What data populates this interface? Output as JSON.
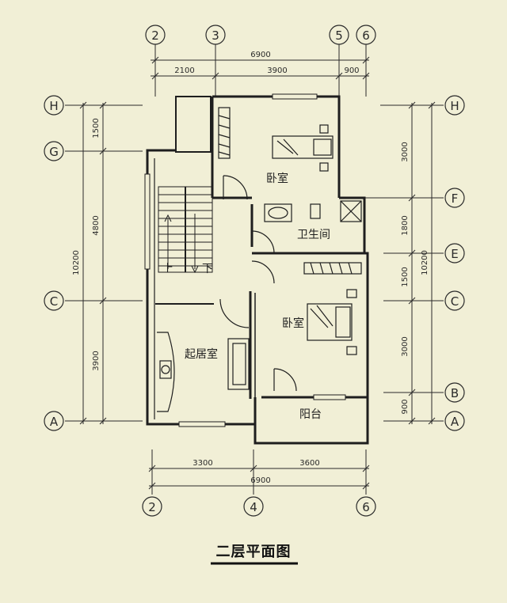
{
  "grid": {
    "top": [
      "2",
      "3",
      "5",
      "6"
    ],
    "bottom": [
      "2",
      "4",
      "6"
    ],
    "left": [
      "H",
      "G",
      "C",
      "A"
    ],
    "right": [
      "H",
      "F",
      "E",
      "C",
      "B",
      "A"
    ]
  },
  "dimensions": {
    "top_total": "6900",
    "top_segments": [
      "2100",
      "3900",
      "900"
    ],
    "bottom_segments": [
      "3300",
      "3600"
    ],
    "bottom_total": "6900",
    "left_segments": [
      "1500",
      "4800",
      "3900"
    ],
    "left_total": "10200",
    "right_segments": [
      "3000",
      "1800",
      "1500",
      "3000",
      "900"
    ],
    "right_total": "10200"
  },
  "rooms": {
    "bedroom_top": "卧室",
    "bathroom": "卫生间",
    "bedroom_mid": "卧室",
    "living": "起居室",
    "balcony": "阳台",
    "stair_up": "上",
    "stair_down": "下"
  },
  "title": "二层平面图",
  "colors": {
    "background": "#f1efd6",
    "line": "#2a2a2a",
    "wall": "#1e1e1e"
  }
}
